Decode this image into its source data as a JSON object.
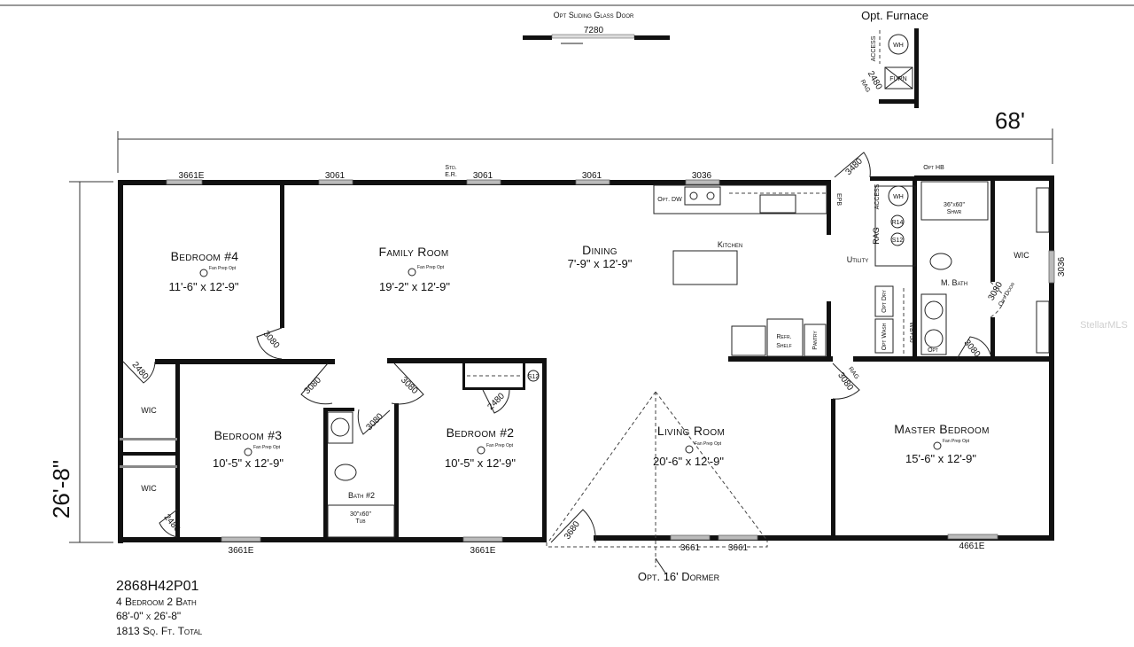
{
  "top": {
    "sliding_door_title": "Opt Sliding Glass Door",
    "sliding_door_size": "7280",
    "furnace_title": "Opt. Furnace",
    "furnace_wh": "WH",
    "furnace_furn": "FURN",
    "furnace_access": "ACCESS",
    "furnace_door": "2480",
    "furnace_rag": "RAG"
  },
  "dimensions": {
    "width": "68'",
    "depth": "26'-8\""
  },
  "rooms": [
    {
      "name": "Bedroom #4",
      "size": "11'-6\" x 12'-9\"",
      "fan": "Fan Prep Opt"
    },
    {
      "name": "Family Room",
      "size": "19'-2\" x 12'-9\"",
      "fan": "Fan Prep Opt"
    },
    {
      "name": "Dining",
      "size": "7'-9\" x 12'-9\""
    },
    {
      "name": "Kitchen"
    },
    {
      "name": "Utility"
    },
    {
      "name": "M. Bath"
    },
    {
      "name": "WIC"
    },
    {
      "name": "Bedroom #3",
      "size": "10'-5\" x 12'-9\"",
      "fan": "Fan Prep Opt"
    },
    {
      "name": "Bath #2"
    },
    {
      "name": "Bedroom #2",
      "size": "10'-5\" x 12'-9\"",
      "fan": "Fan Prep Opt"
    },
    {
      "name": "Living Room",
      "size": "20'-6\" x 12'-9\"",
      "fan": "Fan Prep Opt"
    },
    {
      "name": "Master Bedroom",
      "size": "15'-6\" x 12'-9\"",
      "fan": "Fan Prep Opt"
    },
    {
      "name": "WIC"
    },
    {
      "name": "WIC"
    }
  ],
  "fixtures": {
    "opt_dw": "Opt. DW",
    "epb": "EPB",
    "access": "ACCESS",
    "wh": "WH",
    "r14": "R14",
    "s12": "S12",
    "rag": "RAG",
    "opt_hb": "Opt HB",
    "shower": "36\"x60\"",
    "shower2": "Shwr",
    "refr": "Refr.",
    "shelf": "Shelf",
    "pantry": "Pantry",
    "opt_dry": "Opt Dry",
    "opt_wash": "Opt Wash",
    "wb": "WB+50",
    "opt": "Opt",
    "tub": "30\"x60\"",
    "tub2": "Tub",
    "s12_b": "S12",
    "std_er": "Std.",
    "std_er2": "E.R.",
    "dormer": "Opt. 16' Dormer",
    "opt_door": "Opt Door"
  },
  "windows": [
    "3661E",
    "3061",
    "3061",
    "3061",
    "3036",
    "3036",
    "3661E",
    "3661E",
    "3661",
    "3661",
    "4661E"
  ],
  "doors": [
    "3480",
    "3080",
    "2480",
    "2480",
    "3080",
    "3080",
    "3080",
    "2480",
    "3680",
    "3080",
    "3080",
    "3080"
  ],
  "doors_rag": "RAG",
  "footer": {
    "model": "2868H42P01",
    "beds_baths": "4 Bedroom 2 Bath",
    "dimensions": "68'-0\" x 26'-8\"",
    "area": "1813 Sq. Ft. Total"
  },
  "watermark": "StellarMLS"
}
